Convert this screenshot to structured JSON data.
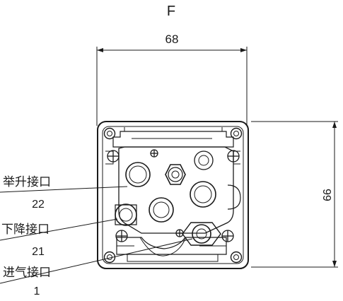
{
  "view_label": "F",
  "dimensions": {
    "width": "68",
    "height": "66"
  },
  "ports": [
    {
      "name": "举升接口",
      "number": "22"
    },
    {
      "name": "下降接口",
      "number": "21"
    },
    {
      "name": "进气接口",
      "number": "1"
    }
  ],
  "colors": {
    "line": "#1a1a1a",
    "background": "#ffffff"
  }
}
